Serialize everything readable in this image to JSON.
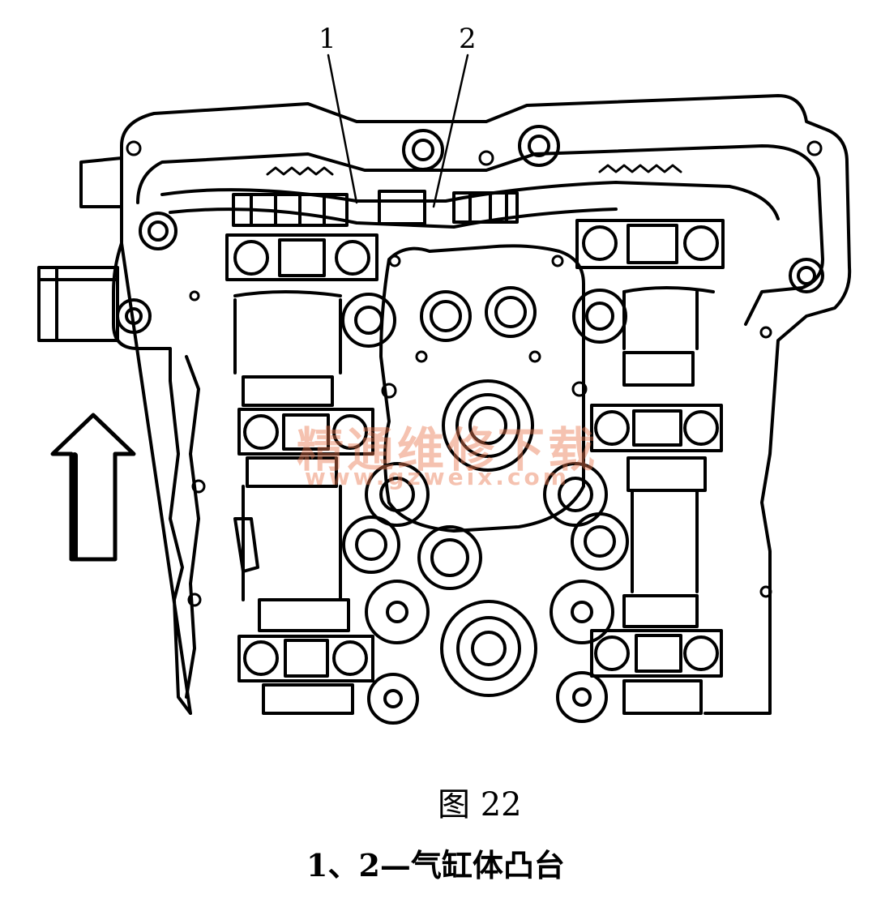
{
  "figure": {
    "title": "图 22",
    "caption": "1、2—气缸体凸台",
    "callouts": [
      "1",
      "2"
    ]
  },
  "watermark": {
    "text": "精通维修下载",
    "url": "www.gzweix.com"
  },
  "icons": {
    "direction_arrow": "up-arrow-icon"
  },
  "colors": {
    "line": "#000000",
    "background": "#ffffff",
    "watermark": "#e87850"
  }
}
